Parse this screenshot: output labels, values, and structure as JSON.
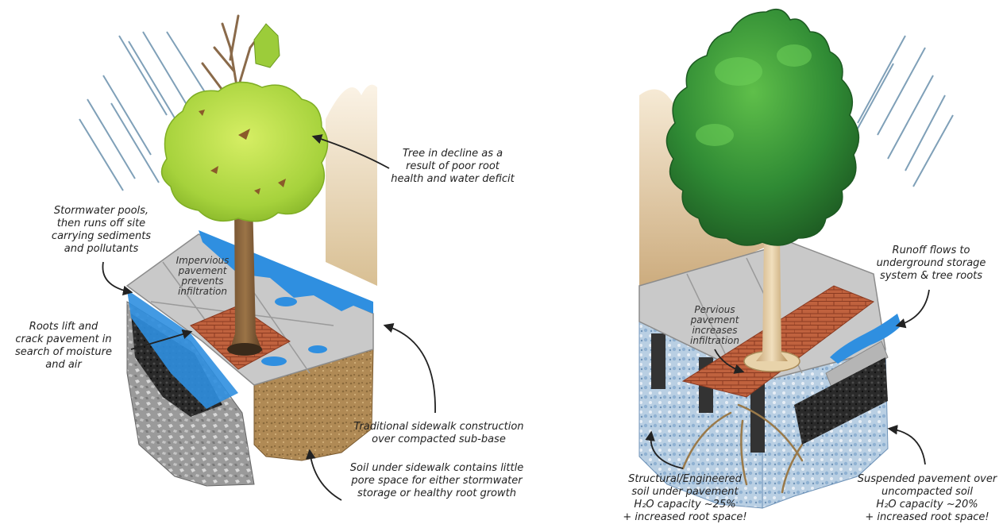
{
  "left_scene": {
    "labels": {
      "tree_decline": "Tree in decline as a\nresult of poor root\nhealth and water deficit",
      "stormwater_pools": "Stormwater pools,\nthen runs off site\ncarrying sediments\nand pollutants",
      "impervious": "Impervious\npavement\nprevents\ninfiltration",
      "roots_lift": "Roots lift and\ncrack pavement in\nsearch of moisture\nand air",
      "traditional_sidewalk": "Traditional sidewalk construction\nover compacted sub-base",
      "soil_under_sidewalk": "Soil under sidewalk contains little\npore space for either stormwater\nstorage or healthy root growth"
    }
  },
  "right_scene": {
    "labels": {
      "runoff_flows": "Runoff flows to\nunderground storage\nsystem & tree roots",
      "pervious": "Pervious\npavement\nincreases\ninfiltration",
      "structural_soil": "Structural/Engineered\nsoil under pavement\nH₂O capacity ~25%\n+ increased root space!",
      "suspended_pavement": "Suspended pavement over\nuncompacted soil\nH₂O capacity ~20%\n+ increased root space!"
    }
  },
  "colors": {
    "water": "#2f8fe0",
    "pavement_grey": "#c9c9c9",
    "brick": "#c0623e",
    "soil_tan": "#b08a55",
    "sky_tan": "#ead8b8",
    "tree_light": "#a6d23c",
    "tree_dark": "#2f8a34",
    "rain": "#7fa0b8"
  }
}
